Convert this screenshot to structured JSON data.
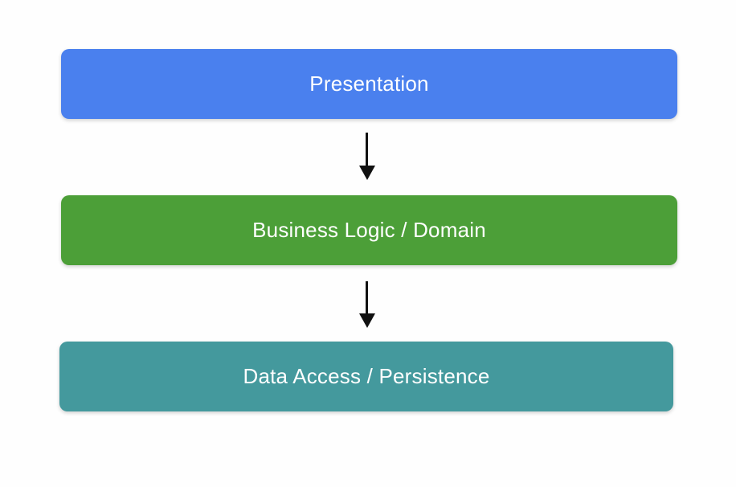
{
  "diagram": {
    "background_color": "#fefefe",
    "arrow_color": "#111111",
    "layers": [
      {
        "label": "Presentation",
        "color": "#4A80EE",
        "text_color": "#ffffff"
      },
      {
        "label": "Business Logic / Domain",
        "color": "#4C9F38",
        "text_color": "#ffffff"
      },
      {
        "label": "Data Access / Persistence",
        "color": "#44999D",
        "text_color": "#ffffff"
      }
    ]
  }
}
